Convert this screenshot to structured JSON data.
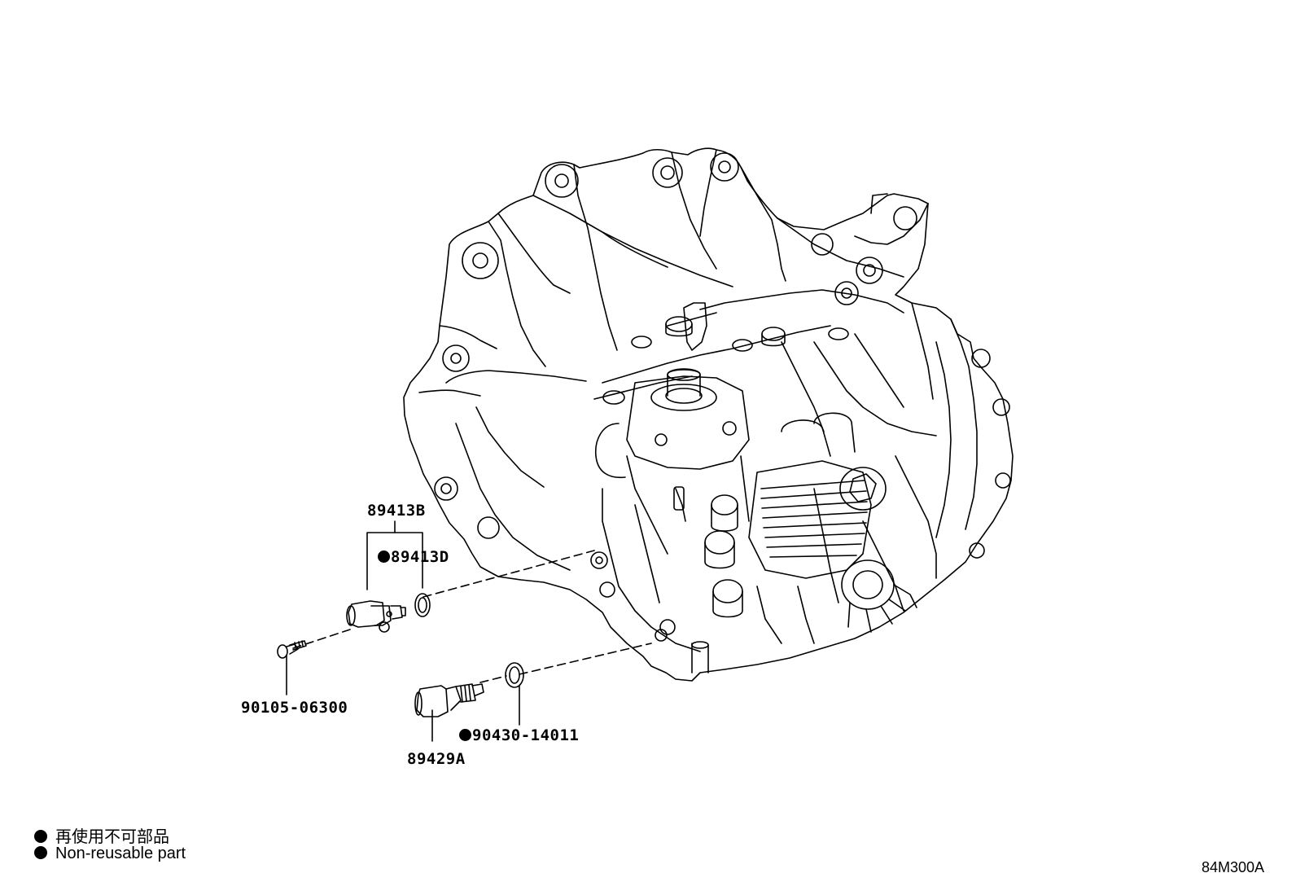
{
  "parts": {
    "sensor_assembly": "89413B",
    "sensor_o_ring": "89413D",
    "bolt": "90105-06300",
    "temp_sensor": "89429A",
    "gasket": "90430-14011"
  },
  "legend": {
    "japanese": "再使用不可部品",
    "english": "Non-reusable part"
  },
  "diagram_code": "84M300A"
}
